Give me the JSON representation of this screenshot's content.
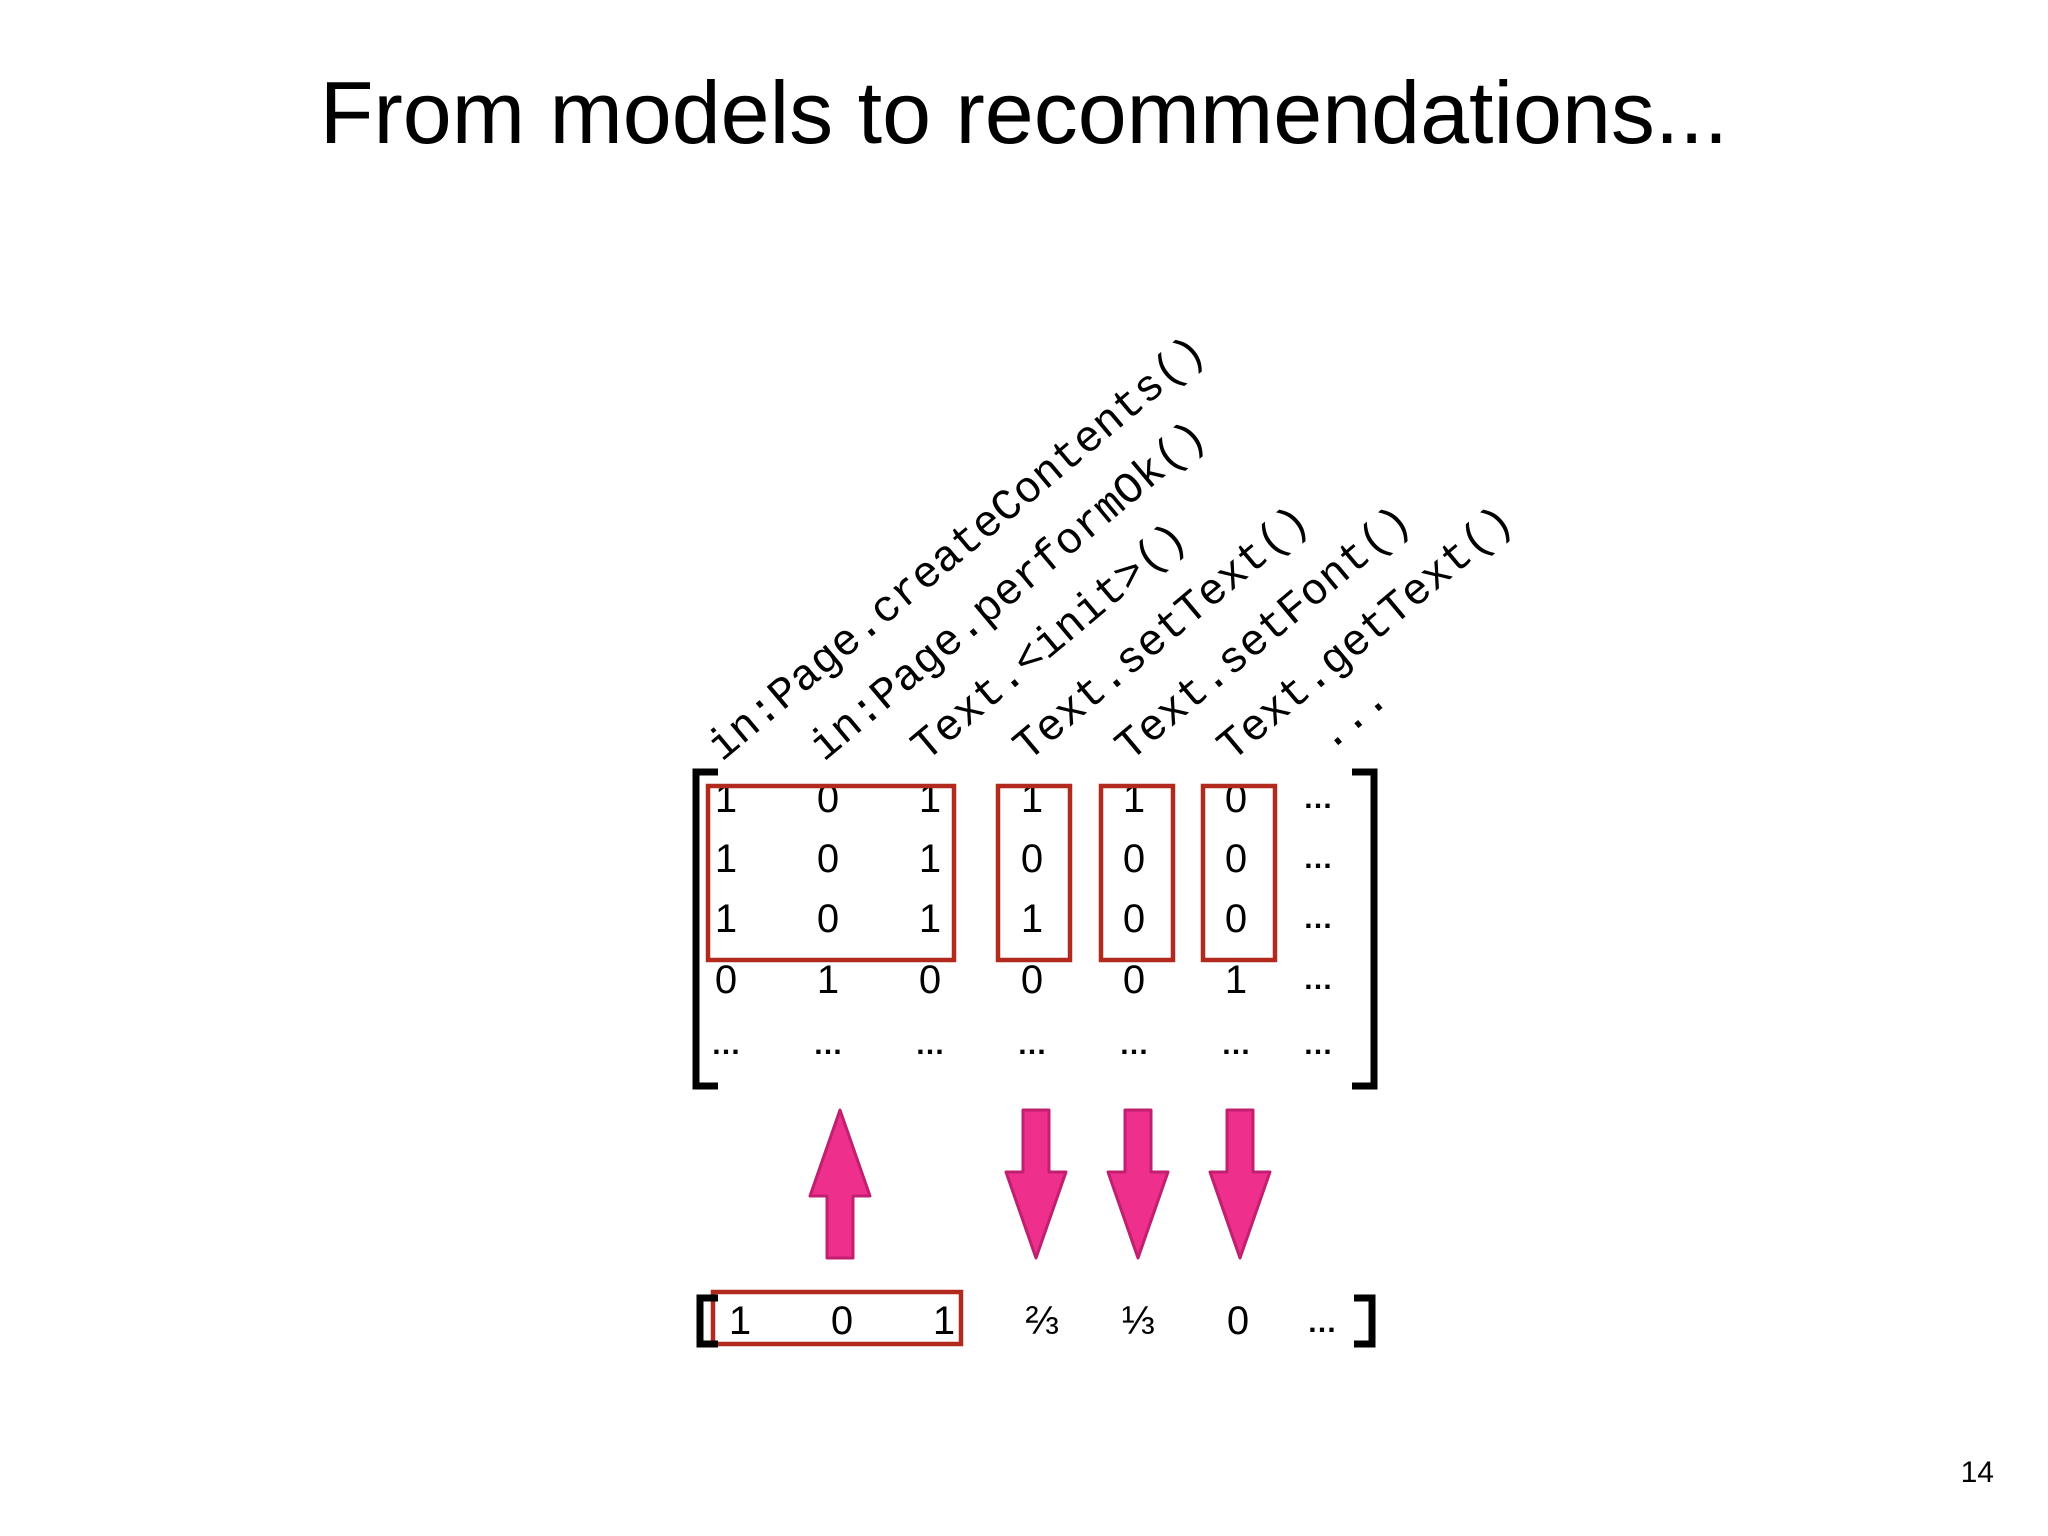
{
  "slide": {
    "title": "From models to recommendations...",
    "page_number": "14"
  },
  "columns": [
    "in:Page.createContents()",
    "in:Page.performOk()",
    "Text.<init>()",
    "Text.setText()",
    "Text.setFont()",
    "Text.getText()",
    "..."
  ],
  "matrix": {
    "rows": [
      [
        "1",
        "0",
        "1",
        "1",
        "1",
        "0",
        "..."
      ],
      [
        "1",
        "0",
        "1",
        "0",
        "0",
        "0",
        "..."
      ],
      [
        "1",
        "0",
        "1",
        "1",
        "0",
        "0",
        "..."
      ],
      [
        "0",
        "1",
        "0",
        "0",
        "0",
        "1",
        "..."
      ],
      [
        "...",
        "...",
        "...",
        "...",
        "...",
        "...",
        "..."
      ]
    ]
  },
  "query_vector": [
    "1",
    "0",
    "1",
    "⅔",
    "⅓",
    "0",
    "..."
  ],
  "arrows": [
    {
      "column": 1,
      "direction": "up"
    },
    {
      "column": 3,
      "direction": "down"
    },
    {
      "column": 4,
      "direction": "down"
    },
    {
      "column": 5,
      "direction": "down"
    }
  ],
  "colors": {
    "highlight_box": "#b22a1e",
    "arrow_fill": "#ee2f8c",
    "arrow_stroke": "#c0206f",
    "text": "#000000"
  }
}
